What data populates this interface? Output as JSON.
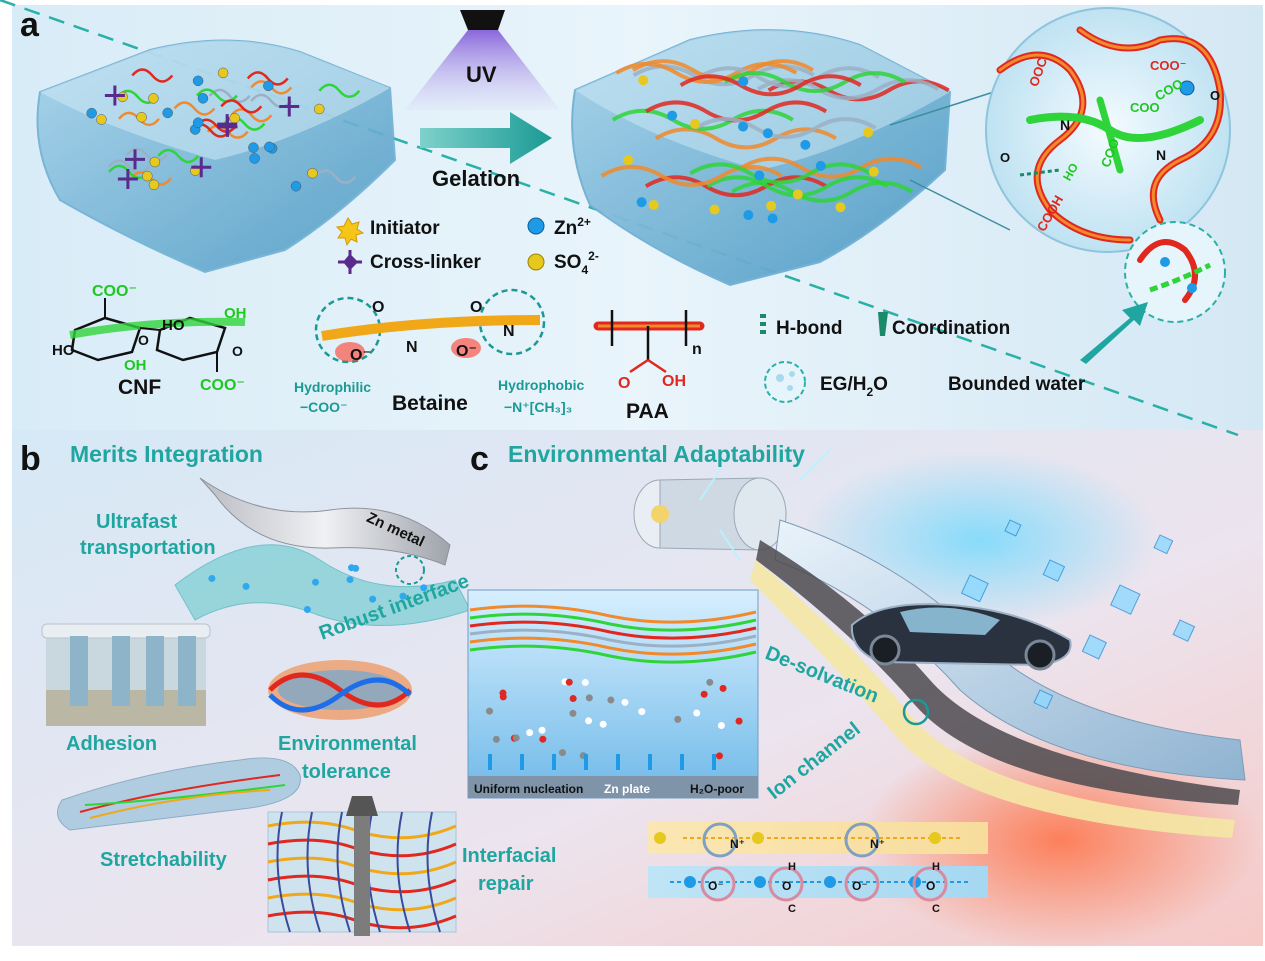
{
  "panels": {
    "a": {
      "letter": "a",
      "uv": "UV",
      "gelation": "Gelation",
      "legend": {
        "initiator": "Initiator",
        "crosslinker": "Cross-linker",
        "zn": "Zn",
        "zn_sup": "2+",
        "so4": "SO",
        "so4_sub": "4",
        "so4_sup": "2-"
      },
      "molecules": {
        "cnf": "CNF",
        "coo_top": "COO⁻",
        "coo_bottom": "COO⁻",
        "ho_left": "HO",
        "oh_mid": "OH",
        "ho_right": "HO",
        "oh_right": "OH",
        "o_ring1": "O",
        "o_ring2": "O",
        "betaine": "Betaine",
        "betaine_o1": "O",
        "betaine_o2": "O",
        "betaine_om1": "O⁻",
        "betaine_om2": "O⁻",
        "betaine_n1": "N",
        "betaine_n2": "N",
        "hydrophilic": "Hydrophilic",
        "hydrophilic_group": "−COO⁻",
        "hydrophobic": "Hydrophobic",
        "hydrophobic_group": "−N⁺[CH₃]₃",
        "paa": "PAA",
        "paa_o": "O",
        "paa_oh": "OH",
        "paa_n": "n"
      },
      "legend2": {
        "hbond": "H-bond",
        "coordination": "Coordination",
        "eg": "EG/H",
        "eg_sub": "2",
        "eg_end": "O",
        "bounded": "Bounded water"
      },
      "zoom_labels": {
        "ooc": "OOC",
        "coo1": "COO⁻",
        "coo2": "COO",
        "coo3": "COO",
        "coo4": "COO",
        "cooh": "COOH",
        "n1": "N",
        "n2": "N",
        "o1": "O",
        "o2": "O",
        "ho": "HO"
      }
    },
    "b": {
      "letter": "b",
      "title": "Merits Integration",
      "ultrafast1": "Ultrafast",
      "ultrafast2": "transportation",
      "zn_metal": "Zn metal",
      "robust": "Robust interface",
      "adhesion": "Adhesion",
      "env1": "Environmental",
      "env2": "tolerance",
      "stretch": "Stretchability",
      "repair1": "Interfacial",
      "repair2": "repair"
    },
    "c": {
      "letter": "c",
      "title": "Environmental Adaptability",
      "desolvation": "De-solvation",
      "ion_channel": "Ion channel",
      "caption_uniform": "Uniform nucleation",
      "caption_zn": "Zn plate",
      "caption_h2o": "H₂O-poor",
      "channel": {
        "n_plus_1": "N⁺",
        "n_plus_2": "N⁺",
        "o_minus_1": "O⁻",
        "o_minus_2": "O⁻",
        "h1": "H",
        "h2": "H",
        "c1": "C",
        "c2": "C",
        "o_1": "O",
        "o_2": "O"
      }
    }
  },
  "colors": {
    "teal": "#20a6a0",
    "green": "#1ec820",
    "red": "#e0281e",
    "orange": "#e8731e",
    "zn_blue": "#1e9ae6",
    "so4_yellow": "#e6c81e",
    "purple": "#5a2a8c"
  }
}
